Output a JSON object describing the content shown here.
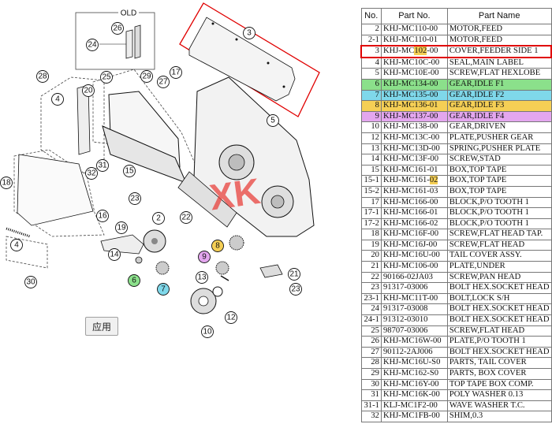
{
  "diagram": {
    "old_label": "OLD",
    "watermark": "XK",
    "callouts": [
      "2",
      "3",
      "4",
      "4",
      "5",
      "6",
      "7",
      "8",
      "9",
      "10",
      "12",
      "13",
      "14",
      "15",
      "16",
      "17",
      "18",
      "19",
      "20",
      "21",
      "22",
      "23",
      "23",
      "24",
      "25",
      "26",
      "27",
      "28",
      "29",
      "30",
      "31",
      "32"
    ]
  },
  "apply_button": "应用",
  "table": {
    "headers": [
      "No.",
      "Part No.",
      "Part Name"
    ],
    "rows": [
      {
        "no": "2",
        "pn": "KHJ-MC110-00",
        "name": "MOTOR,FEED",
        "hl": ""
      },
      {
        "no": "2-1",
        "pn": "KHJ-MC110-01",
        "name": "MOTOR,FEED",
        "hl": ""
      },
      {
        "no": "3",
        "pn_pre": "KHJ-MC",
        "pn_mark": "102",
        "pn_post": "-00",
        "name": "COVER,FEEDER SIDE 1",
        "hl": "red"
      },
      {
        "no": "4",
        "pn": "KHJ-MC10C-00",
        "name": "SEAL,MAIN LABEL",
        "hl": ""
      },
      {
        "no": "5",
        "pn": "KHJ-MC10E-00",
        "name": "SCREW,FLAT HEXLOBE",
        "hl": ""
      },
      {
        "no": "6",
        "pn": "KHJ-MC134-00",
        "name": "GEAR,IDLE F1",
        "hl": "green"
      },
      {
        "no": "7",
        "pn": "KHJ-MC135-00",
        "name": "GEAR,IDLE F2",
        "hl": "cyan"
      },
      {
        "no": "8",
        "pn": "KHJ-MC136-01",
        "name": "GEAR,IDLE F3",
        "hl": "yellow"
      },
      {
        "no": "9",
        "pn": "KHJ-MC137-00",
        "name": "GEAR,IDLE F4",
        "hl": "purple"
      },
      {
        "no": "10",
        "pn": "KHJ-MC138-00",
        "name": "GEAR,DRIVEN",
        "hl": ""
      },
      {
        "no": "12",
        "pn": "KHJ-MC13C-00",
        "name": "PLATE,PUSHER GEAR",
        "hl": ""
      },
      {
        "no": "13",
        "pn": "KHJ-MC13D-00",
        "name": "SPRING,PUSHER PLATE",
        "hl": ""
      },
      {
        "no": "14",
        "pn": "KHJ-MC13F-00",
        "name": "SCREW,STAD",
        "hl": ""
      },
      {
        "no": "15",
        "pn": "KHJ-MC161-01",
        "name": "BOX,TOP TAPE",
        "hl": ""
      },
      {
        "no": "15-1",
        "pn_pre": "KHJ-MC161-",
        "pn_mark": "02",
        "pn_post": "",
        "name": "BOX,TOP TAPE",
        "hl": ""
      },
      {
        "no": "15-2",
        "pn": "KHJ-MC161-03",
        "name": "BOX,TOP TAPE",
        "hl": ""
      },
      {
        "no": "17",
        "pn": "KHJ-MC166-00",
        "name": "BLOCK,P/O TOOTH 1",
        "hl": ""
      },
      {
        "no": "17-1",
        "pn": "KHJ-MC166-01",
        "name": "BLOCK,P/O TOOTH 1",
        "hl": ""
      },
      {
        "no": "17-2",
        "pn": "KHJ-MC166-02",
        "name": "BLOCK,P/O TOOTH 1",
        "hl": ""
      },
      {
        "no": "18",
        "pn": "KHJ-MC16F-00",
        "name": "SCREW,FLAT HEAD TAP.",
        "hl": ""
      },
      {
        "no": "19",
        "pn": "KHJ-MC16J-00",
        "name": "SCREW,FLAT HEAD",
        "hl": ""
      },
      {
        "no": "20",
        "pn": "KHJ-MC16U-00",
        "name": "TAIL COVER ASSY.",
        "hl": ""
      },
      {
        "no": "21",
        "pn": "KHJ-MC106-00",
        "name": "PLATE,UNDER",
        "hl": ""
      },
      {
        "no": "22",
        "pn": "90166-02JA03",
        "name": "SCREW,PAN HEAD",
        "hl": ""
      },
      {
        "no": "23",
        "pn": "91317-03006",
        "name": "BOLT HEX.SOCKET HEAD",
        "hl": ""
      },
      {
        "no": "23-1",
        "pn": "KHJ-MC11T-00",
        "name": "BOLT,LOCK S/H",
        "hl": ""
      },
      {
        "no": "24",
        "pn": "91317-03008",
        "name": "BOLT HEX.SOCKET HEAD",
        "hl": ""
      },
      {
        "no": "24-1",
        "pn": "91312-03010",
        "name": "BOLT HEX.SOCKET HEAD",
        "hl": ""
      },
      {
        "no": "25",
        "pn": "98707-03006",
        "name": "SCREW,FLAT HEAD",
        "hl": ""
      },
      {
        "no": "26",
        "pn": "KHJ-MC16W-00",
        "name": "PLATE,P/O TOOTH 1",
        "hl": ""
      },
      {
        "no": "27",
        "pn": "90112-2AJ006",
        "name": "BOLT HEX.SOCKET HEAD",
        "hl": ""
      },
      {
        "no": "28",
        "pn": "KHJ-MC16U-S0",
        "name": "PARTS, TAIL COVER",
        "hl": ""
      },
      {
        "no": "29",
        "pn": "KHJ-MC162-S0",
        "name": "PARTS, BOX COVER",
        "hl": ""
      },
      {
        "no": "30",
        "pn": "KHJ-MC16Y-00",
        "name": "TOP TAPE BOX COMP.",
        "hl": ""
      },
      {
        "no": "31",
        "pn": "KHJ-MC16K-00",
        "name": "POLY WASHER 0.13",
        "hl": ""
      },
      {
        "no": "31-1",
        "pn": "KLJ-MC1F2-00",
        "name": "WAVE WASHER T.C.",
        "hl": ""
      },
      {
        "no": "32",
        "pn": "KHJ-MC1FB-00",
        "name": "SHIM,0.3",
        "hl": ""
      }
    ]
  },
  "colors": {
    "red": "#e00000",
    "green": "#8be08b",
    "cyan": "#7fd8ea",
    "yellow": "#f5cf55",
    "purple": "#e3a6ee",
    "watermark": "#e8413c"
  }
}
